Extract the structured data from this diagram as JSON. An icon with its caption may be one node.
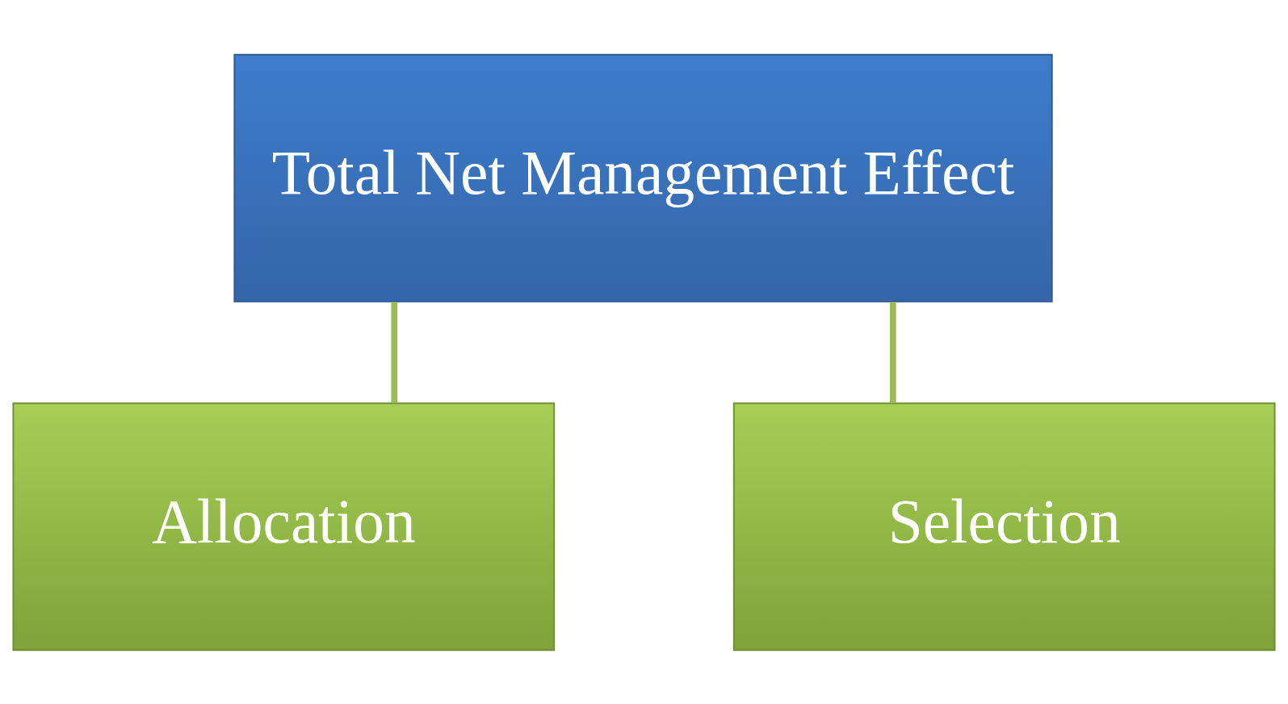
{
  "diagram": {
    "nodes": [
      {
        "text": [
          "Total Net Management Effect"
        ]
      },
      {
        "text": [
          "Allocation"
        ]
      },
      {
        "text": [
          "Selection"
        ]
      }
    ],
    "edges": [
      {
        "from": 0,
        "to": 1,
        "arrow": "none"
      },
      {
        "from": 0,
        "to": 2,
        "arrow": "none"
      }
    ]
  }
}
